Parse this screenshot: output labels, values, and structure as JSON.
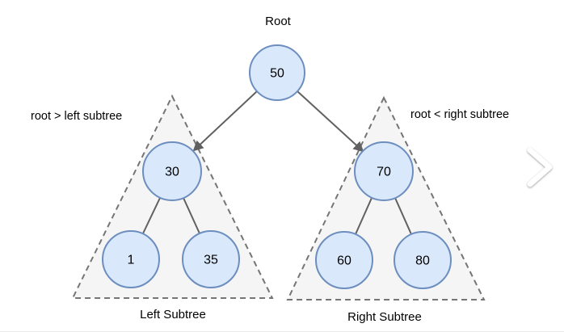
{
  "figure": {
    "title": "Root",
    "type": "binary-search-tree-diagram",
    "tree": {
      "root": {
        "value": "50"
      },
      "left": {
        "rule": "root > left subtree",
        "caption": "Left Subtree",
        "root": {
          "value": "30"
        },
        "children": [
          {
            "value": "1"
          },
          {
            "value": "35"
          }
        ]
      },
      "right": {
        "rule": "root < right subtree",
        "caption": "Right Subtree",
        "root": {
          "value": "70"
        },
        "children": [
          {
            "value": "60"
          },
          {
            "value": "80"
          }
        ]
      }
    },
    "colors": {
      "node_fill": "#dae8fc",
      "node_border": "#6c8ebf",
      "subtree_fill": "#f5f5f5",
      "subtree_border": "#757575",
      "edge": "#616161",
      "text": "#000000",
      "background": "#ffffff",
      "divider": "#e8e8e8",
      "next_arrow": "#ffffff"
    }
  },
  "viewer": {
    "next_icon": "chevron-right"
  }
}
